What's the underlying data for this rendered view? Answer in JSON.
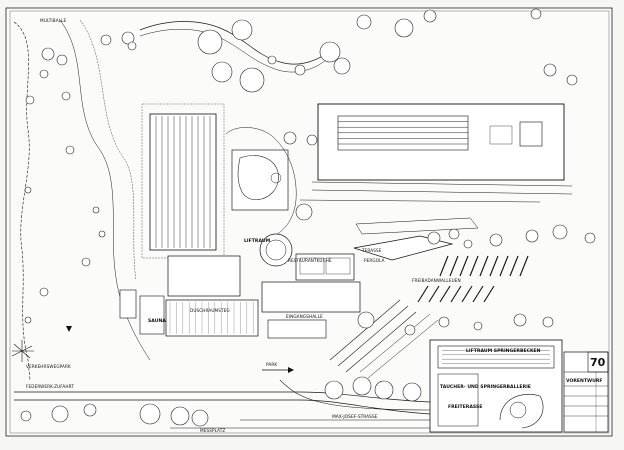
{
  "sheet": {
    "number": "70",
    "labels": {
      "multiballe": "MULTIBALLE",
      "liftraum": "LIFTRAUM",
      "restaurant": "RESTAURANTKÜCHE",
      "terasse": "TERASSE",
      "pergola": "PERGOLA",
      "freibad": "FREIBADANWALLEUEN",
      "eingang": "EINGANGSHALLE",
      "duschraum": "DUSCHRAUMSTEG",
      "sauna": "SAUNA",
      "verkehrsweg": "VERKEHRSWEGPARK",
      "federwerk": "FEDERWERK-ZUFAHRT",
      "messplatz": "MESSPLATZ",
      "park": "PARK",
      "strasse": "MAX-JOSEF-STRASSE",
      "springer": "LIFTRAUM SPRINGERBECKEN",
      "taucher": "TAUCHER- UND SPRINGERBALLERIE",
      "freiterasse": "FREITERASSE",
      "vorentwurf": "VORENTWURF"
    }
  }
}
